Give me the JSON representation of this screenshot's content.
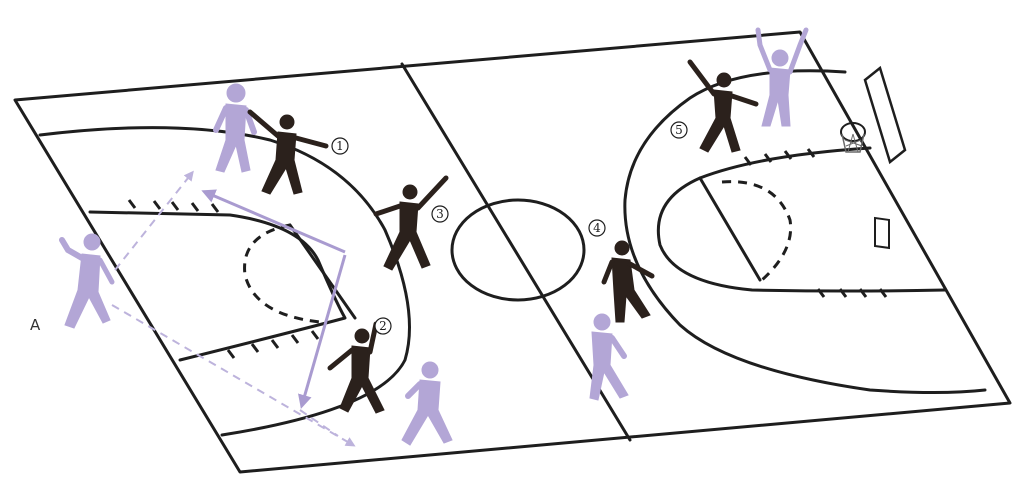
{
  "diagram": {
    "side_label": "A",
    "markers": [
      "1",
      "2",
      "3",
      "4",
      "5"
    ]
  },
  "colors": {
    "court_line": "#1e1e1e",
    "offense_player": "#b3a6d6",
    "defense_player": "#2b211c",
    "pass_arrow": "#bdb3dc",
    "move_arrow": "#a99bd0",
    "background": "#ffffff"
  }
}
